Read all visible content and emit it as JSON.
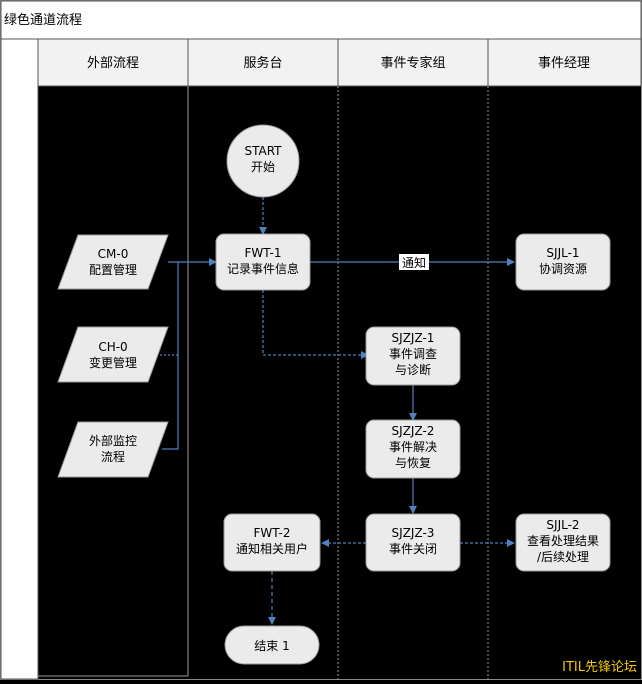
{
  "title": "绿色通道流程",
  "lanes": [
    "外部流程",
    "服务台",
    "事件专家组",
    "事件经理"
  ],
  "nodes": {
    "start": [
      "START",
      "开始"
    ],
    "fwt1": [
      "FWT-1",
      "记录事件信息"
    ],
    "sjjl1": [
      "SJJL-1",
      "协调资源"
    ],
    "cm0": [
      "CM-0",
      "配置管理"
    ],
    "ch0": [
      "CH-0",
      "变更管理"
    ],
    "ext": [
      "外部监控",
      "流程"
    ],
    "sjzjz1": [
      "SJZJZ-1",
      "事件调查",
      "与诊断"
    ],
    "sjzjz2": [
      "SJZJZ-2",
      "事件解决",
      "与恢复"
    ],
    "sjzjz3": [
      "SJZJZ-3",
      "事件关闭"
    ],
    "fwt2": [
      "FWT-2",
      "通知相关用户"
    ],
    "sjjl2": [
      "SJJL-2",
      "查看处理结果",
      "/后续处理"
    ],
    "end": [
      "结束 1"
    ]
  },
  "edge_label_notify": "通知",
  "watermark": "ITIL先锋论坛",
  "colors": {
    "node_fill": "#ebebeb",
    "connector": "#4f81bd",
    "header_fill": "#f2f2f2",
    "watermark": "#f2c800"
  }
}
